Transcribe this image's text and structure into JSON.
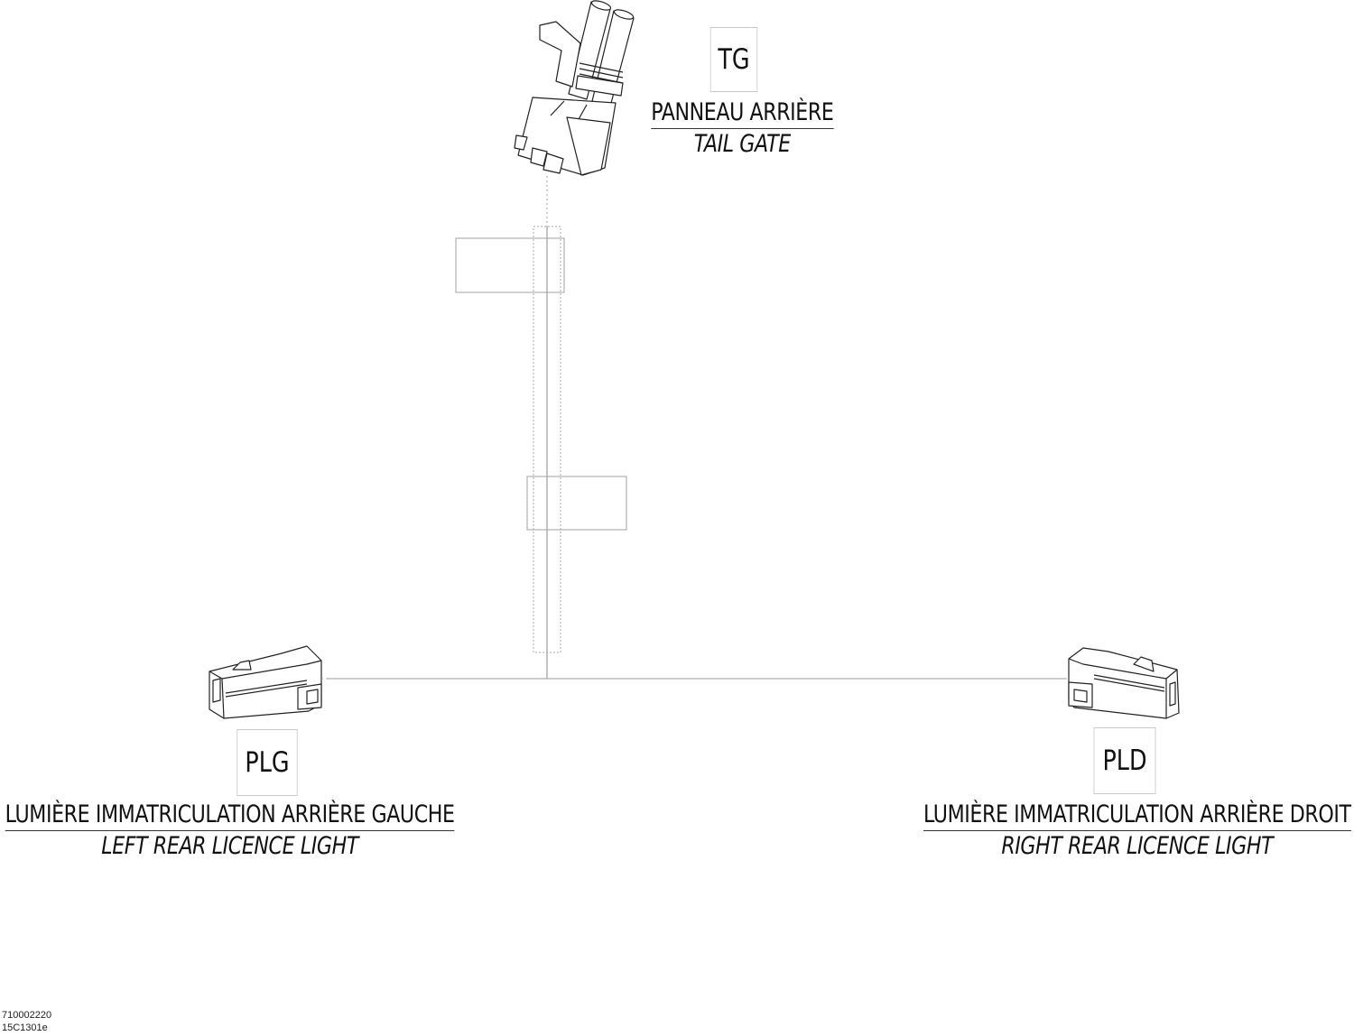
{
  "connectors": {
    "tail_gate": {
      "code": "TG",
      "label_fr": "PANNEAU ARRIÈRE",
      "label_en": "TAIL GATE"
    },
    "left_licence": {
      "code": "PLG",
      "label_fr": "LUMIÈRE IMMATRICULATION ARRIÈRE GAUCHE",
      "label_en": "LEFT REAR LICENCE LIGHT"
    },
    "right_licence": {
      "code": "PLD",
      "label_fr": "LUMIÈRE IMMATRICULATION ARRIÈRE DROIT",
      "label_en": "RIGHT REAR LICENCE LIGHT"
    }
  },
  "footer": {
    "part_number": "710002220",
    "drawing_ref": "15C1301e"
  },
  "colors": {
    "line": "#8a8a8a",
    "dashed": "#a0a0a0",
    "box_border": "#c8c8c8",
    "text": "#111111"
  }
}
